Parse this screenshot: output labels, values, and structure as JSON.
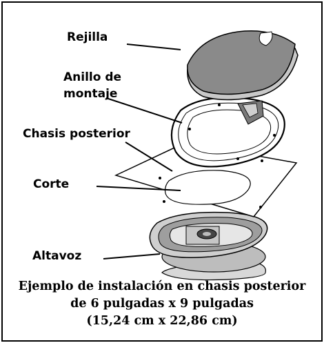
{
  "labels": {
    "grille": "Rejilla",
    "mounting_ring_line1": "Anillo de",
    "mounting_ring_line2": "montaje",
    "rear_deck": "Chasis posterior",
    "cutout": "Corte",
    "speaker": "Altavoz"
  },
  "caption": {
    "line1": "Ejemplo de instalación en chasis posterior",
    "line2": "de 6 pulgadas x 9 pulgadas",
    "line3": "(15,24 cm x 22,86 cm)"
  }
}
